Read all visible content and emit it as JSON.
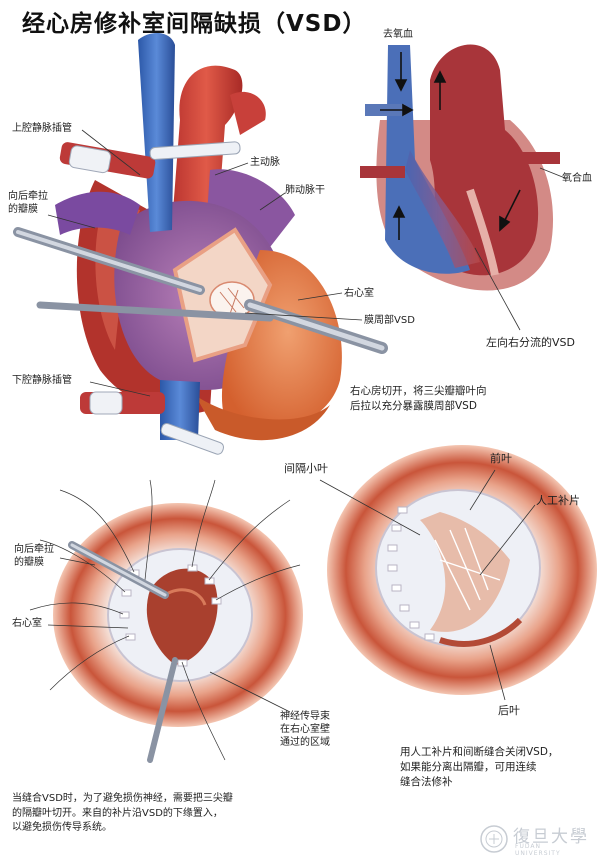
{
  "title": "经心房修补室间隔缺损（VSD）",
  "heart_view": {
    "labels": {
      "svc": "上腔静脉插管",
      "aorta": "主动脉",
      "pulmonary": "肺动脉干",
      "tricuspid_retract": "向后牵拉\n的瓣膜",
      "right_ventricle": "右心室",
      "membranous_vsd": "膜周部VSD",
      "ivc": "下腔静脉插管"
    },
    "caption": "右心房切开，将三尖瓣瓣叶向\n后拉以充分暴露膜周部VSD"
  },
  "flow_view": {
    "labels": {
      "deoxy": "去氧血",
      "oxy": "氧合血",
      "shunt": "左向右分流的VSD"
    }
  },
  "patch_view": {
    "labels": {
      "septal_leaflet": "间隔小叶",
      "anterior_leaflet": "前叶",
      "patch": "人工补片",
      "posterior_leaflet": "后叶"
    },
    "caption": "用人工补片和间断缝合关闭VSD，\n如果能分离出隔瓣，可用连续\n缝合法修补"
  },
  "suture_view": {
    "labels": {
      "retract": "向后牵拉\n的瓣膜",
      "right_ventricle": "右心室",
      "conduction": "神经传导束\n在右心室壁\n通过的区域"
    },
    "caption": "当缝合VSD时，为了避免损伤神经，需要把三尖瓣\n的隔瓣叶切开。来自的补片沿VSD的下缘置入，\n以避免损伤传导系统。"
  },
  "watermark": {
    "name": "復旦大學",
    "sub": "FUDAN UNIVERSITY"
  }
}
